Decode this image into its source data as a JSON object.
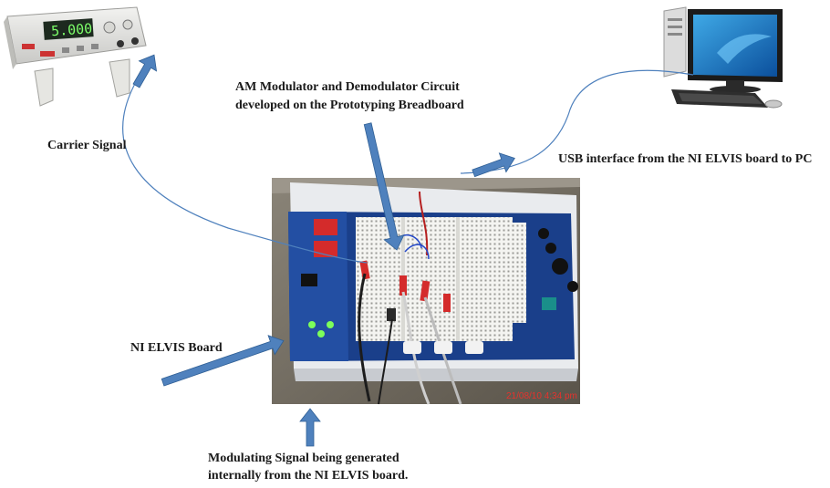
{
  "labels": {
    "circuit_line1": "AM  Modulator and Demodulator Circuit",
    "circuit_line2": "developed on the Prototyping Breadboard",
    "carrier": "Carrier Signal",
    "usb": "USB interface from the NI ELVIS board to PC",
    "elvis": "NI ELVIS Board",
    "modulating_line1": "Modulating Signal being generated",
    "modulating_line2": "internally from the NI ELVIS board."
  },
  "generator_display": "5.000",
  "photo_timestamp": "21/08/10 4:34 pm",
  "colors": {
    "arrow": "#4f81bd",
    "arrow_edge": "#2f5f95",
    "connector": "#4f81bd",
    "board_blue": "#1a3f8a",
    "timestamp": "#e5322d"
  }
}
